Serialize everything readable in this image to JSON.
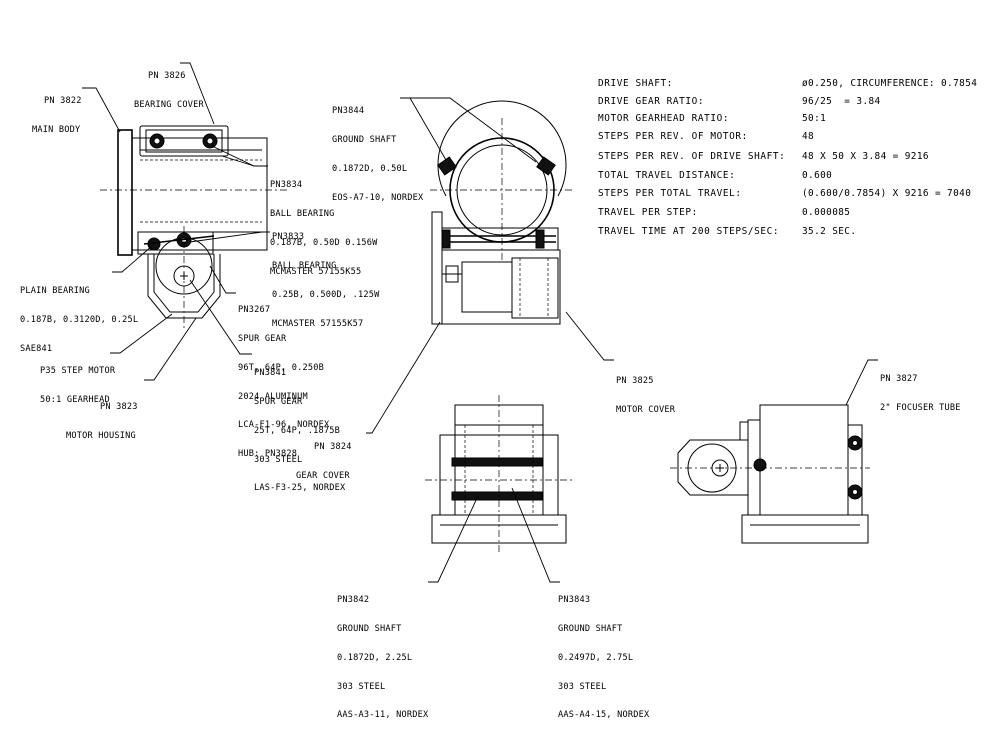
{
  "labels": {
    "pn3826": [
      "PN 3826",
      "BEARING COVER"
    ],
    "pn3822": [
      "PN 3822",
      "MAIN BODY"
    ],
    "pn3834": [
      "PN3834",
      "BALL BEARING",
      "0.187B, 0.50D 0.156W",
      "MCMASTER 57155K55"
    ],
    "pn3833": [
      "PN3833",
      "BALL BEARING",
      "0.25B, 0.500D, .125W",
      "MCMASTER 57155K57"
    ],
    "plain": [
      "PLAIN BEARING",
      "0.187B, 0.3120D, 0.25L",
      "SAE841"
    ],
    "pn3267": [
      "PN3267",
      "SPUR GEAR",
      "96T, 64P, 0.250B",
      "2024 ALUMINUM",
      "LCA-F1-96, NORDEX",
      "HUB: PN3828"
    ],
    "p35": [
      "P35 STEP MOTOR",
      "50:1 GEARHEAD"
    ],
    "pn3841": [
      "PN3841",
      "SPUR GEAR",
      "25T, 64P, .1875B",
      "303 STEEL",
      "LAS-F3-25, NORDEX"
    ],
    "pn3823": [
      "PN 3823",
      "MOTOR HOUSING"
    ],
    "pn3844": [
      "PN3844",
      "GROUND SHAFT",
      "0.1872D, 0.50L",
      "EOS-A7-10, NORDEX"
    ],
    "pn3824": [
      "PN 3824",
      "GEAR COVER"
    ],
    "pn3825": [
      "PN 3825",
      "MOTOR COVER"
    ],
    "pn3827": [
      "PN 3827",
      "2\" FOCUSER TUBE"
    ],
    "pn3842": [
      "PN3842",
      "GROUND SHAFT",
      "0.1872D, 2.25L",
      "303 STEEL",
      "AAS-A3-11, NORDEX"
    ],
    "pn3843": [
      "PN3843",
      "GROUND SHAFT",
      "0.2497D, 2.75L",
      "303 STEEL",
      "AAS-A4-15, NORDEX"
    ]
  },
  "specs": [
    {
      "label": "DRIVE SHAFT:",
      "value": "ø0.250, CIRCUMFERENCE: 0.7854"
    },
    {
      "label": "DRIVE GEAR RATIO:",
      "value": "96/25  = 3.84"
    },
    {
      "label": "MOTOR GEARHEAD RATIO:",
      "value": "50:1"
    },
    {
      "label": "STEPS PER REV. OF MOTOR:",
      "value": "48"
    },
    {
      "label": "STEPS PER REV. OF DRIVE SHAFT:",
      "value": "48 X 50 X 3.84 = 9216"
    },
    {
      "label": "TOTAL TRAVEL DISTANCE:",
      "value": "0.600"
    },
    {
      "label": "STEPS PER TOTAL TRAVEL:",
      "value": "(0.600/0.7854) X 9216 = 7040"
    },
    {
      "label": "TRAVEL PER STEP:",
      "value": "0.000085"
    },
    {
      "label": "TRAVEL TIME AT 200 STEPS/SEC:",
      "value": "35.2 SEC."
    }
  ]
}
